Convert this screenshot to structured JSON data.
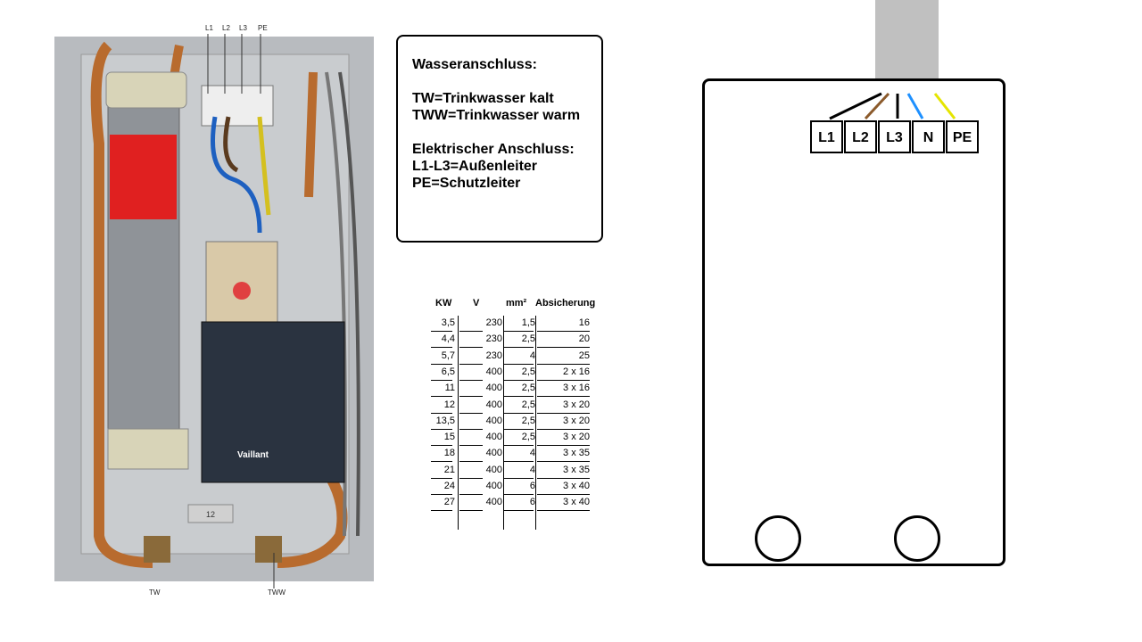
{
  "photo": {
    "terminal_labels": [
      "L1",
      "L2",
      "L3",
      "PE"
    ],
    "tw_label": "TW",
    "tww_label": "TWW",
    "vaillant_text": "Vaillant",
    "tag_text": "12"
  },
  "legend": {
    "water_title": "Wasseranschluss:",
    "tw": "TW=Trinkwasser kalt",
    "tww": "TWW=Trinkwasser warm",
    "elec_title": "Elektrischer Anschluss:",
    "l1l3": "L1-L3=Außenleiter",
    "pe": "PE=Schutzleiter"
  },
  "table": {
    "headers": [
      "KW",
      "V",
      "mm²",
      "Absicherung"
    ],
    "rows": [
      [
        "3,5",
        "230",
        "1,5",
        "16"
      ],
      [
        "4,4",
        "230",
        "2,5",
        "20"
      ],
      [
        "5,7",
        "230",
        "4",
        "25"
      ],
      [
        "6,5",
        "400",
        "2,5",
        "2 x 16"
      ],
      [
        "11",
        "400",
        "2,5",
        "3 x 16"
      ],
      [
        "12",
        "400",
        "2,5",
        "3 x 20"
      ],
      [
        "13,5",
        "400",
        "2,5",
        "3 x 20"
      ],
      [
        "15",
        "400",
        "2,5",
        "3 x 20"
      ],
      [
        "18",
        "400",
        "4",
        "3 x 35"
      ],
      [
        "21",
        "400",
        "4",
        "3 x 35"
      ],
      [
        "24",
        "400",
        "6",
        "3 x 40"
      ],
      [
        "27",
        "400",
        "6",
        "3 x 40"
      ]
    ]
  },
  "diagram": {
    "terminals": [
      "L1",
      "L2",
      "L3",
      "N",
      "PE"
    ],
    "wire_colors": [
      "#000000",
      "#8b5a2b",
      "#000000",
      "#1e90ff",
      "#e5e500"
    ]
  }
}
